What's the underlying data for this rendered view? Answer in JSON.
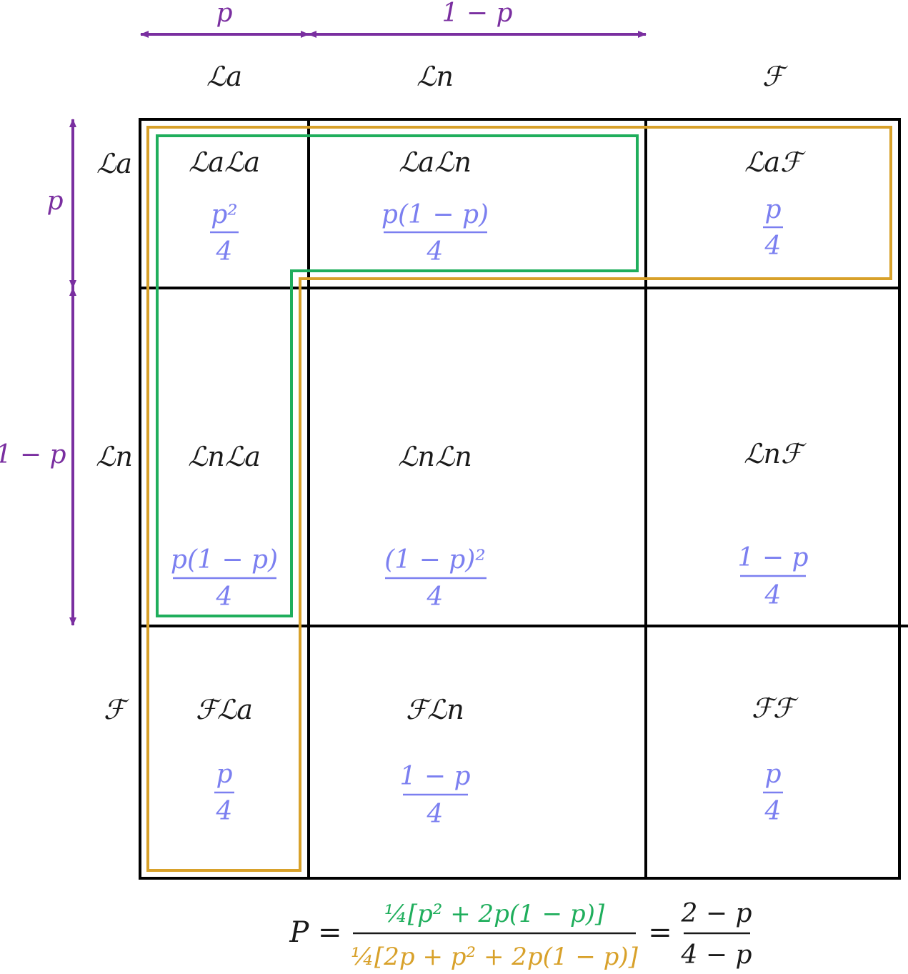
{
  "colors": {
    "grid": "#000000",
    "label": "#1a1a1a",
    "prob": "#7b7ff0",
    "dim": "#7a2fa0",
    "green": "#1fae5c",
    "orange": "#d8a12a"
  },
  "top_dims": [
    {
      "label": "p"
    },
    {
      "label": "1 − p"
    }
  ],
  "left_dims": [
    {
      "label": "p"
    },
    {
      "label": "1 − p"
    }
  ],
  "col_headers": [
    "ℒa",
    "ℒn",
    "ℱ"
  ],
  "row_headers": [
    "ℒa",
    "ℒn",
    "ℱ"
  ],
  "cells": [
    [
      {
        "label": "ℒaℒa",
        "num": "p²",
        "den": "4"
      },
      {
        "label": "ℒaℒn",
        "num": "p(1 − p)",
        "den": "4"
      },
      {
        "label": "ℒaℱ",
        "num": "p",
        "den": "4"
      }
    ],
    [
      {
        "label": "ℒnℒa",
        "num": "p(1 − p)",
        "den": "4"
      },
      {
        "label": "ℒnℒn",
        "num": "(1 − p)²",
        "den": "4"
      },
      {
        "label": "ℒnℱ",
        "num": "1 − p",
        "den": "4"
      }
    ],
    [
      {
        "label": "ℱℒa",
        "num": "p",
        "den": "4"
      },
      {
        "label": "ℱℒn",
        "num": "1 − p",
        "den": "4"
      },
      {
        "label": "ℱℱ",
        "num": "p",
        "den": "4"
      }
    ]
  ],
  "formula": {
    "lhs": "P =",
    "num": "¼[p² + 2p(1 − p)]",
    "den": "¼[2p + p² + 2p(1 − p)]",
    "eq": "=",
    "rhs_num": "2 − p",
    "rhs_den": "4 − p"
  }
}
